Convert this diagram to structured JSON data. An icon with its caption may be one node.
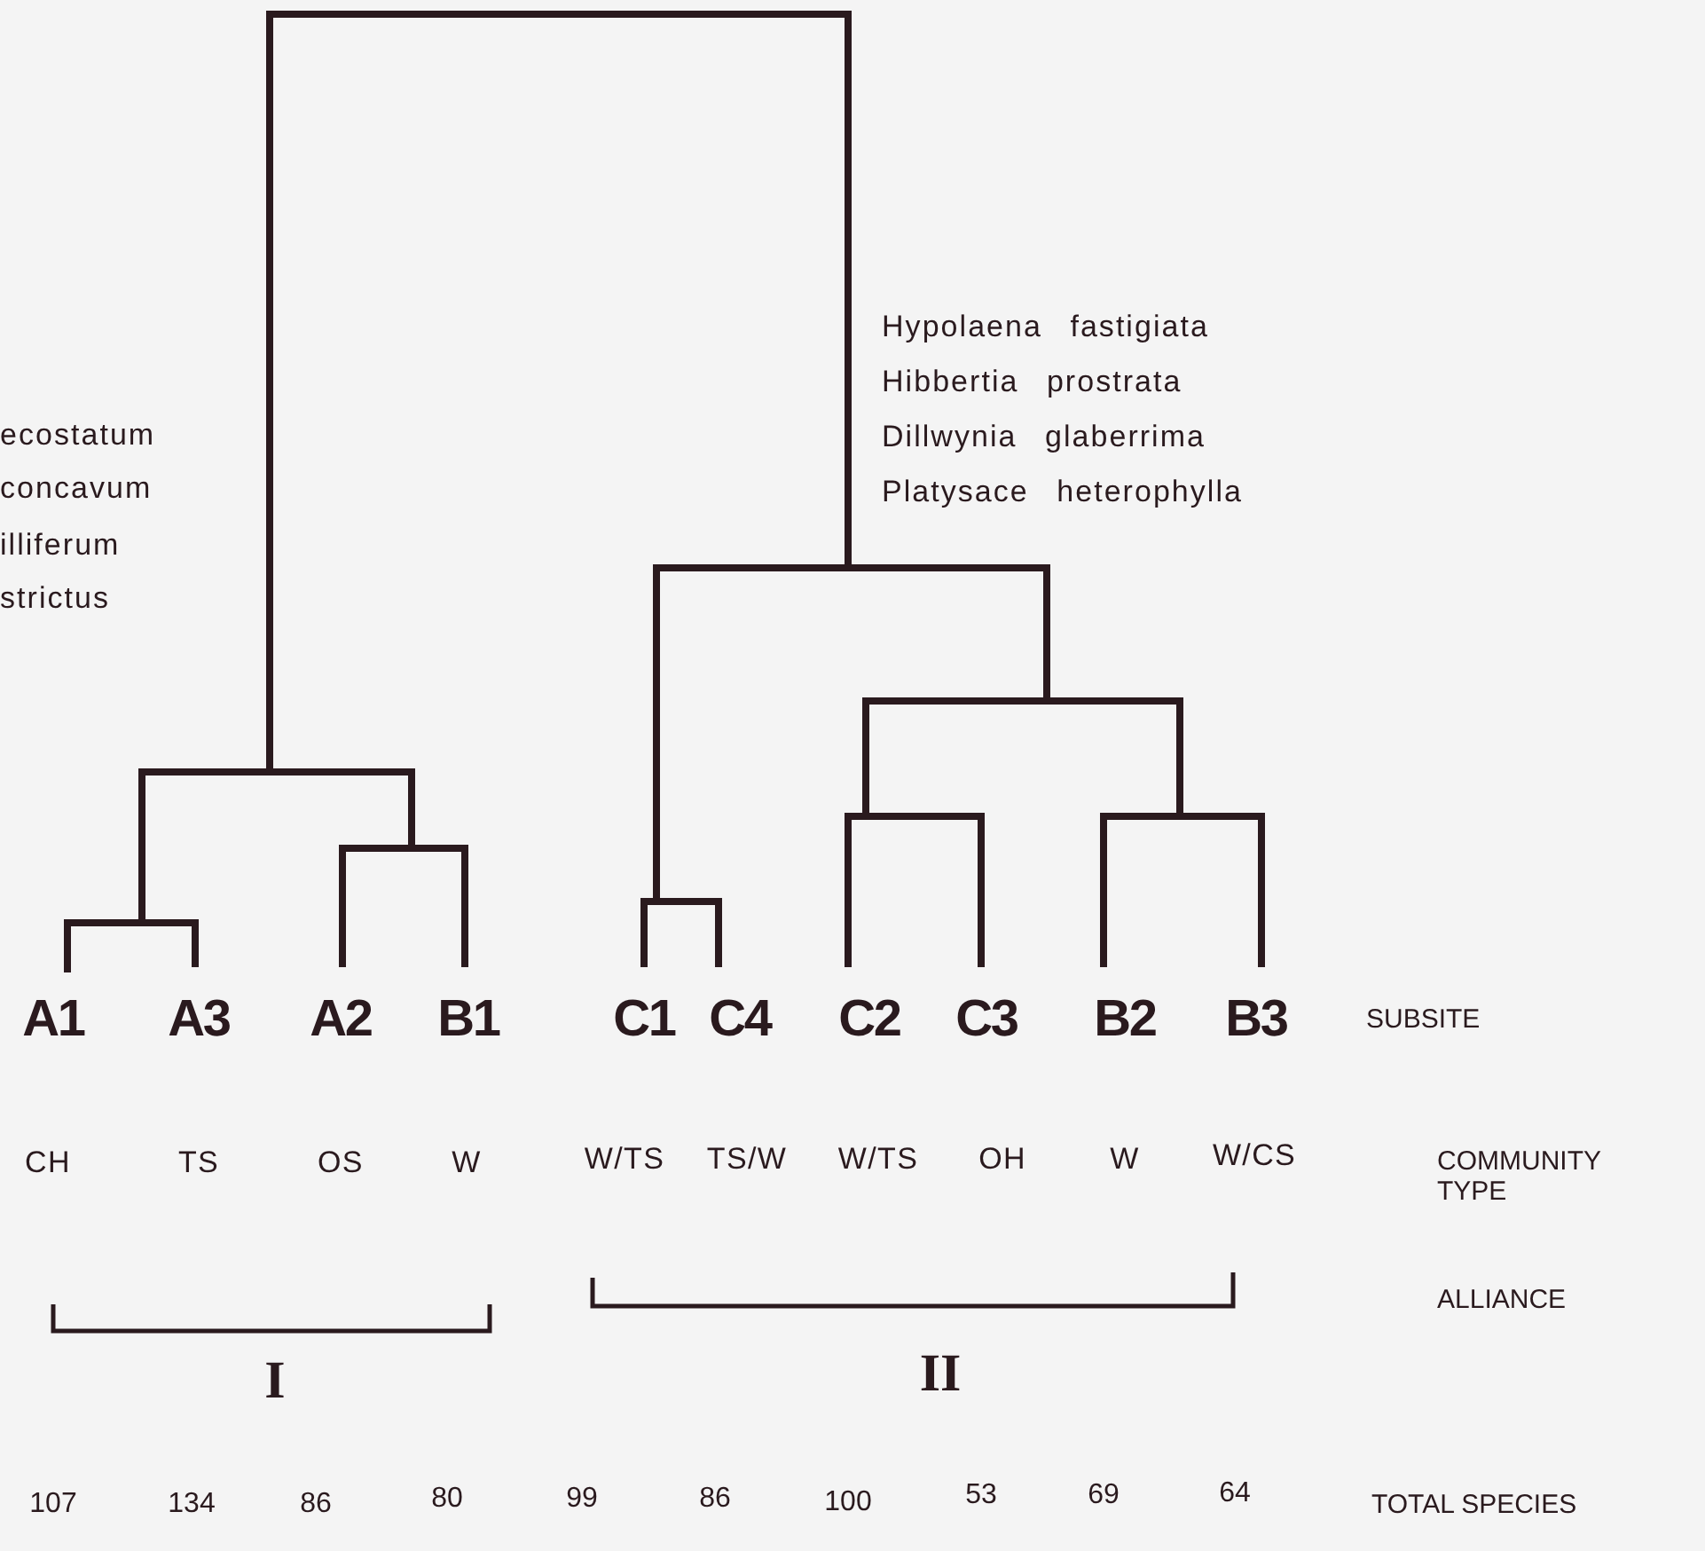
{
  "diagram": {
    "labels": [
      "Hypolaena fastigiata",
      "Hibbertia prostrata",
      "ecostatum",
      "Dillwynia glaberrima",
      "concavum",
      "Platysace heterophylla",
      "illiferum",
      "strictus",
      "A1",
      "A3",
      "A2",
      "B1",
      "C1",
      "C4",
      "C2",
      "C3",
      "B2",
      "B3",
      "SUBSITE",
      "CH",
      "TS",
      "OS",
      "W",
      "W/TS",
      "TS/W",
      "W/TS",
      "OH",
      "W",
      "W/CS",
      "COMMUNITY TYPE",
      "ALLIANCE",
      "I",
      "II",
      "107",
      "134",
      "86",
      "80",
      "99",
      "86",
      "100",
      "53",
      "69",
      "64",
      "TOTAL SPECIES"
    ]
  }
}
